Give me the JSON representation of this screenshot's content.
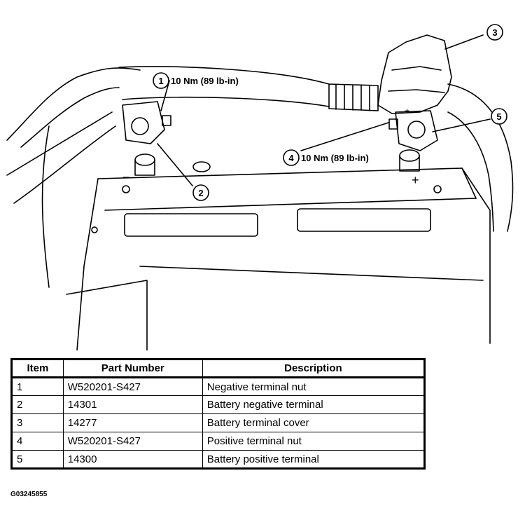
{
  "callouts": [
    {
      "num": "1",
      "label": "10 Nm (89 lb-in)"
    },
    {
      "num": "2",
      "label": ""
    },
    {
      "num": "3",
      "label": ""
    },
    {
      "num": "4",
      "label": "10 Nm (89 lb-in)"
    },
    {
      "num": "5",
      "label": ""
    }
  ],
  "terminal_signs": {
    "negative": "–",
    "positive": "+"
  },
  "table": {
    "headers": [
      "Item",
      "Part Number",
      "Description"
    ],
    "rows": [
      {
        "item": "1",
        "part_number": "W520201-S427",
        "description": "Negative terminal nut"
      },
      {
        "item": "2",
        "part_number": "14301",
        "description": "Battery negative terminal"
      },
      {
        "item": "3",
        "part_number": "14277",
        "description": "Battery terminal cover"
      },
      {
        "item": "4",
        "part_number": "W520201-S427",
        "description": "Positive terminal nut"
      },
      {
        "item": "5",
        "part_number": "14300",
        "description": "Battery positive terminal"
      }
    ]
  },
  "figure_id": "G03245855"
}
